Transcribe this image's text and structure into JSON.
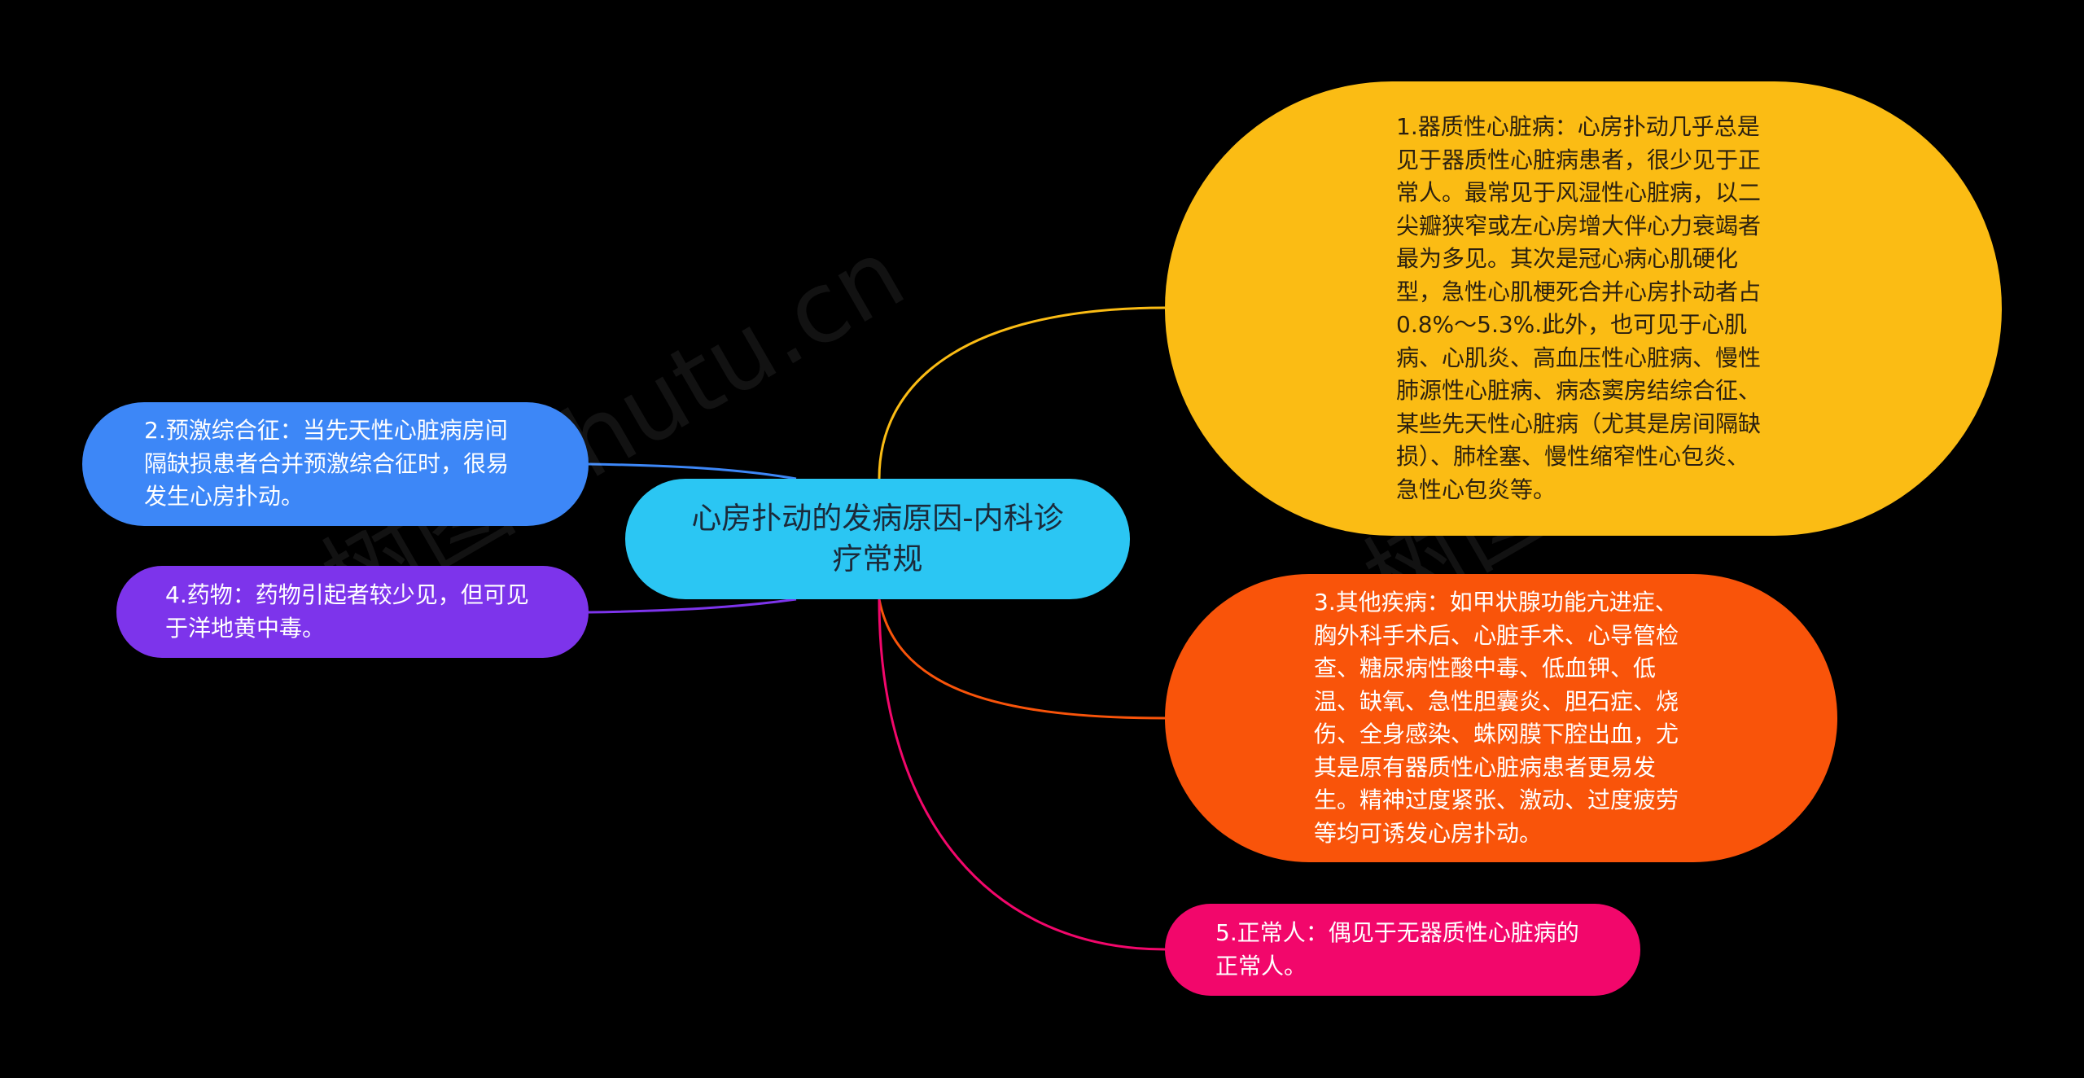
{
  "mindmap": {
    "root": {
      "label": "心房扑动的发病原因-内科诊疗常规"
    },
    "branches": [
      {
        "id": "n1",
        "label": "1.器质性心脏病：心房扑动几乎总是见于器质性心脏病患者，很少见于正常人。最常见于风湿性心脏病，以二尖瓣狭窄或左心房增大伴心力衰竭者最为多见。其次是冠心病心肌硬化型，急性心肌梗死合并心房扑动者占0.8%～5.3%.此外，也可见于心肌病、心肌炎、高血压性心脏病、慢性肺源性心脏病、病态窦房结综合征、某些先天性心脏病（尤其是房间隔缺损）、肺栓塞、慢性缩窄性心包炎、急性心包炎等。",
        "color": "#fbbc14"
      },
      {
        "id": "n2",
        "label": "2.预激综合征：当先天性心脏病房间隔缺损患者合并预激综合征时，很易发生心房扑动。",
        "color": "#3d87f7"
      },
      {
        "id": "n3",
        "label": "3.其他疾病：如甲状腺功能亢进症、胸外科手术后、心脏手术、心导管检查、糖尿病性酸中毒、低血钾、低温、缺氧、急性胆囊炎、胆石症、烧伤、全身感染、蛛网膜下腔出血，尤其是原有器质性心脏病患者更易发生。精神过度紧张、激动、过度疲劳等均可诱发心房扑动。",
        "color": "#f9540a"
      },
      {
        "id": "n4",
        "label": "4.药物：药物引起者较少见，但可见于洋地黄中毒。",
        "color": "#7d34eb"
      },
      {
        "id": "n5",
        "label": "5.正常人：偶见于无器质性心脏病的正常人。",
        "color": "#f2076b"
      }
    ]
  },
  "watermark": {
    "text": "树图 shutu.cn"
  },
  "colors": {
    "background": "#000000",
    "root": "#2bc6f3"
  }
}
